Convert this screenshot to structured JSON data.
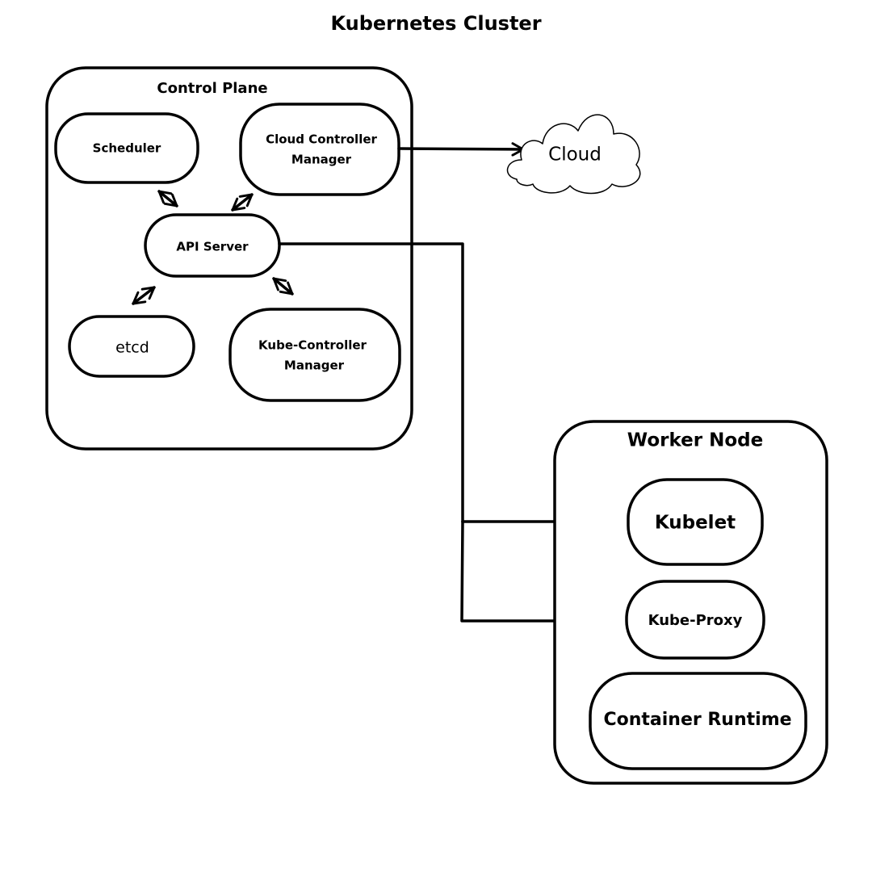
{
  "title": "Kubernetes Cluster",
  "colors": {
    "group_title": "#5b21e6",
    "stroke": "#000000",
    "background": "#ffffff"
  },
  "control_plane": {
    "title": "Control Plane",
    "components": {
      "scheduler": "Scheduler",
      "cloud_controller_manager": [
        "Cloud Controller",
        "Manager"
      ],
      "api_server": "API Server",
      "etcd": "etcd",
      "kube_controller_manager": [
        "Kube-Controller",
        "Manager"
      ]
    }
  },
  "cloud": {
    "label": "Cloud",
    "icon": "cloud-icon"
  },
  "worker_node": {
    "title": "Worker Node",
    "components": {
      "kubelet": "Kubelet",
      "kube_proxy": "Kube-Proxy",
      "container_runtime": "Container Runtime"
    }
  },
  "connections": [
    "Scheduler <-> API Server",
    "Cloud Controller Manager <-> API Server",
    "etcd <-> API Server",
    "Kube-Controller Manager <-> API Server",
    "Cloud Controller Manager -> Cloud",
    "API Server -> Kubelet",
    "API Server -> Kube-Proxy"
  ]
}
